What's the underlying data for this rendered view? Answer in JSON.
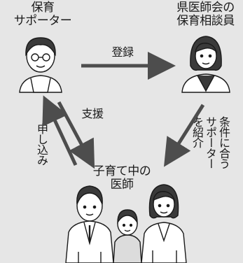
{
  "nodes": {
    "supporter_label": [
      "保育",
      "サポーター"
    ],
    "counselor_label": [
      "県医師会の",
      "保育相談員"
    ],
    "doctor_label": [
      "子育て中の",
      "医師"
    ]
  },
  "edges": {
    "register": "登録",
    "support": "支援",
    "apply": "申し込み",
    "introduce": "条件に合う\nサポーター\nを紹介"
  },
  "colors": {
    "background": "#e6e6e6",
    "arrow": "#4d4d4d",
    "figure_fill": "#ffffff",
    "hair": "#3a3a3a"
  }
}
